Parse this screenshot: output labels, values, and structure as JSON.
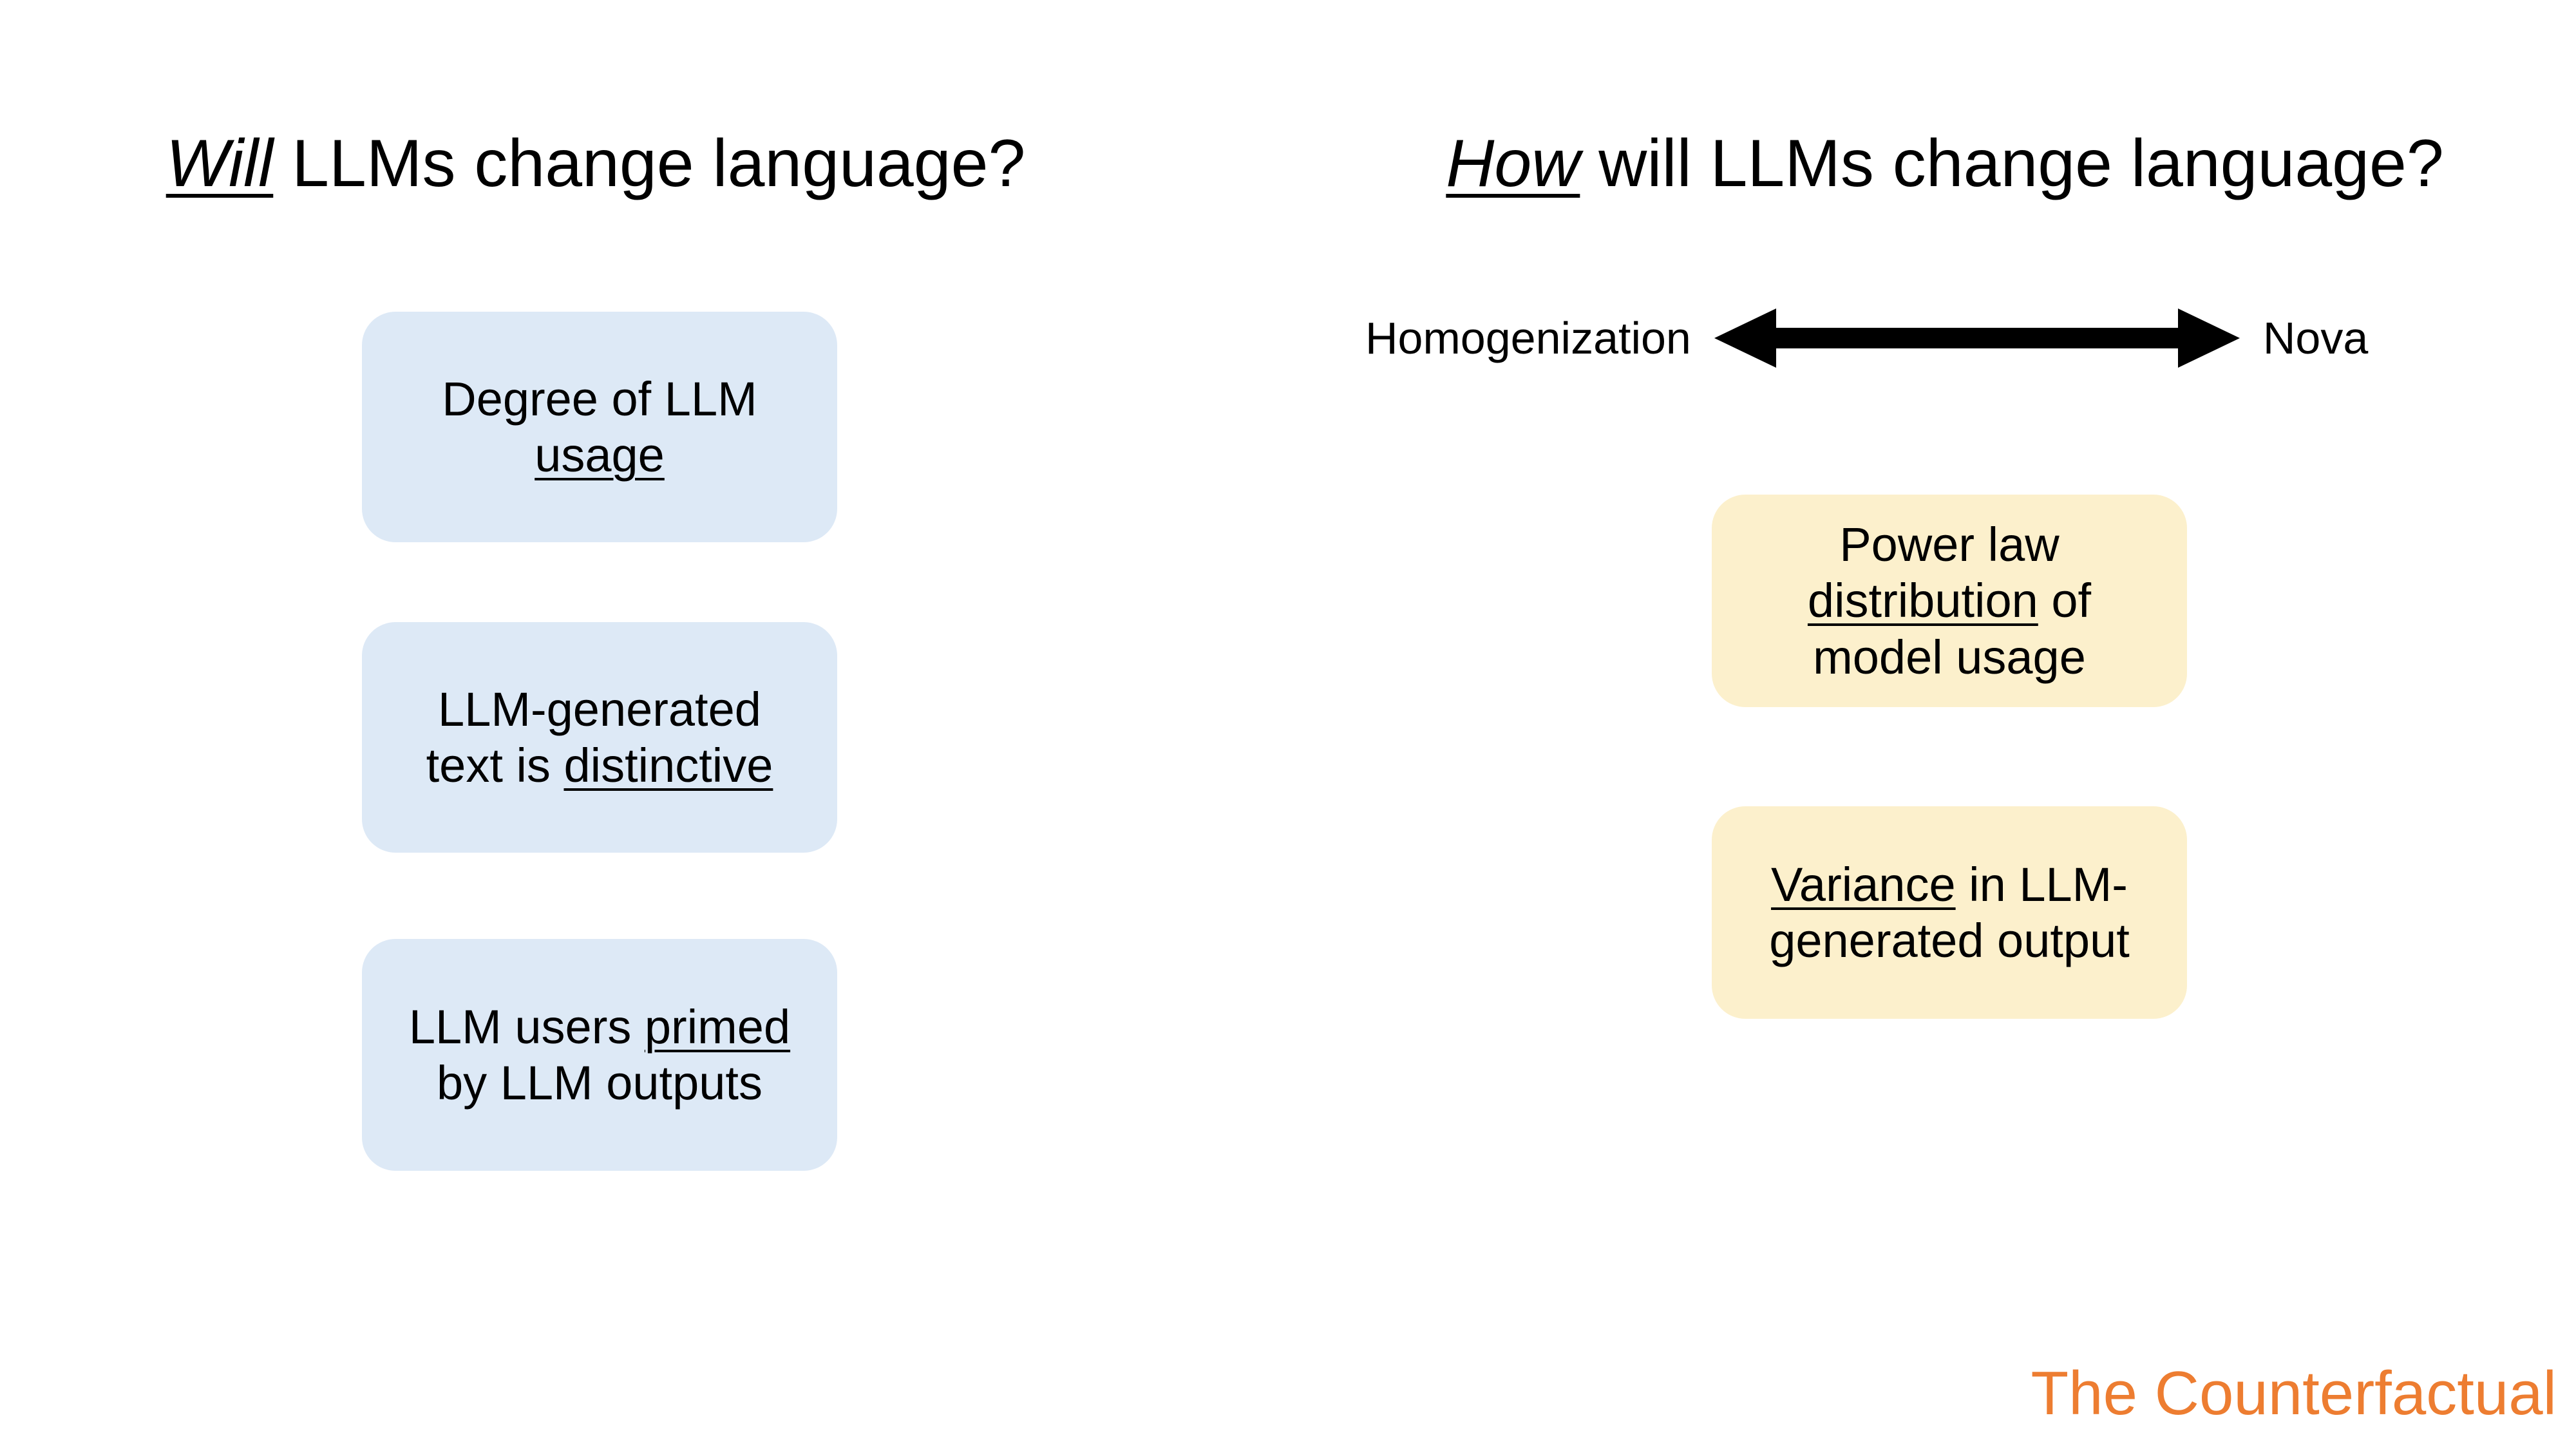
{
  "slide": {
    "background_color": "#ffffff",
    "brand_text": "The Counterfactual",
    "brand_color": "#ED7D31"
  },
  "left_column": {
    "title_emphasis": "Will",
    "title_rest": " LLMs change language?",
    "box_color": "#dde9f6",
    "boxes": [
      {
        "id": "degree-of-llm-usage",
        "line1_plain": "Degree of LLM",
        "line2_underlined": "usage",
        "line2_plain": ""
      },
      {
        "id": "llm-generated-text-is-distinctive",
        "line1_plain": "LLM-generated",
        "line2_prefix": "text is ",
        "line2_underlined": "distinctive"
      },
      {
        "id": "llm-users-primed-by-llm-outputs",
        "line1_prefix": "LLM users ",
        "line1_underlined": "primed",
        "line2_plain": "by LLM outputs"
      }
    ]
  },
  "right_column": {
    "title_emphasis": "How",
    "title_rest": " will LLMs change language?",
    "box_color": "#fcf0cc",
    "spectrum": {
      "left_label": "Homogenization",
      "right_label": "Nova",
      "arrow_type": "double-headed-horizontal",
      "arrow_color": "#000000"
    },
    "boxes": [
      {
        "id": "power-law-distribution-of-model-usage",
        "line1_plain": "Power law",
        "line2_underlined": "distribution",
        "line2_suffix": " of",
        "line3_plain": "model usage"
      },
      {
        "id": "variance-in-llm-generated-output",
        "line1_underlined": "Variance",
        "line1_suffix": " in LLM-",
        "line2_plain": "generated output"
      }
    ]
  }
}
